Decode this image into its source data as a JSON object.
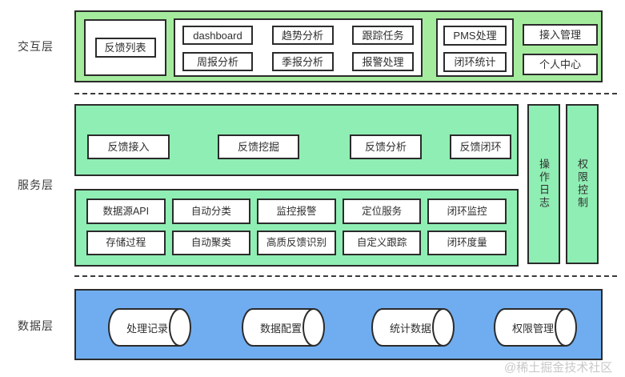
{
  "watermark": "@稀土掘金技术社区",
  "colors": {
    "interaction_green": "#a5eb9e",
    "service_green": "#8feeb3",
    "data_blue": "#70adf0",
    "border": "#2b2b2b",
    "watermark_gray": "#c8c8c8"
  },
  "layers": {
    "interaction": {
      "label": "交互层",
      "feedback_list": "反馈列表",
      "dashboard_group": [
        [
          "dashboard",
          "趋势分析",
          "跟踪任务"
        ],
        [
          "周报分析",
          "季报分析",
          "报警处理"
        ]
      ],
      "pms_group": [
        "PMS处理",
        "闭环统计"
      ],
      "side_items": [
        "接入管理",
        "个人中心"
      ]
    },
    "service": {
      "label": "服务层",
      "core": [
        "反馈接入",
        "反馈挖掘",
        "反馈分析",
        "反馈闭环"
      ],
      "modules": [
        [
          "数据源API",
          "自动分类",
          "监控报警",
          "定位服务",
          "闭环监控"
        ],
        [
          "存储过程",
          "自动聚类",
          "高质反馈识别",
          "自定义跟踪",
          "闭环度量"
        ]
      ],
      "vertical_bars": [
        "操作日志",
        "权限控制"
      ]
    },
    "data": {
      "label": "数据层",
      "stores": [
        "处理记录",
        "数据配置",
        "统计数据",
        "权限管理"
      ]
    }
  }
}
